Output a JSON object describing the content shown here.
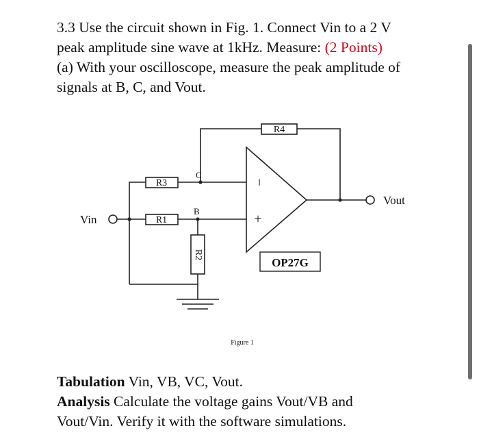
{
  "question": {
    "line1": "3.3 Use the circuit shown in Fig. 1. Connect Vin to a 2 V",
    "line2_pre": "peak amplitude sine wave at 1kHz. Measure: ",
    "points": "(2 Points)",
    "line3": "(a) With your oscilloscope, measure the peak amplitude of",
    "line4": "signals at B, C, and Vout."
  },
  "circuit": {
    "r4": "R4",
    "r3": "R3",
    "r1": "R1",
    "r2": "R2",
    "node_c": "C",
    "node_b": "B",
    "vin": "Vin",
    "vout": "Vout",
    "minus": "−",
    "plus": "+",
    "opamp": "OP27G",
    "caption": "Figure 1"
  },
  "tabulation": {
    "bold": "Tabulation",
    "text": " Vin, VB, VC, Vout."
  },
  "analysis": {
    "bold": "Analysis",
    "text1": " Calculate the voltage gains Vout/VB and",
    "text2": "Vout/Vin. Verify it with the software simulations."
  }
}
